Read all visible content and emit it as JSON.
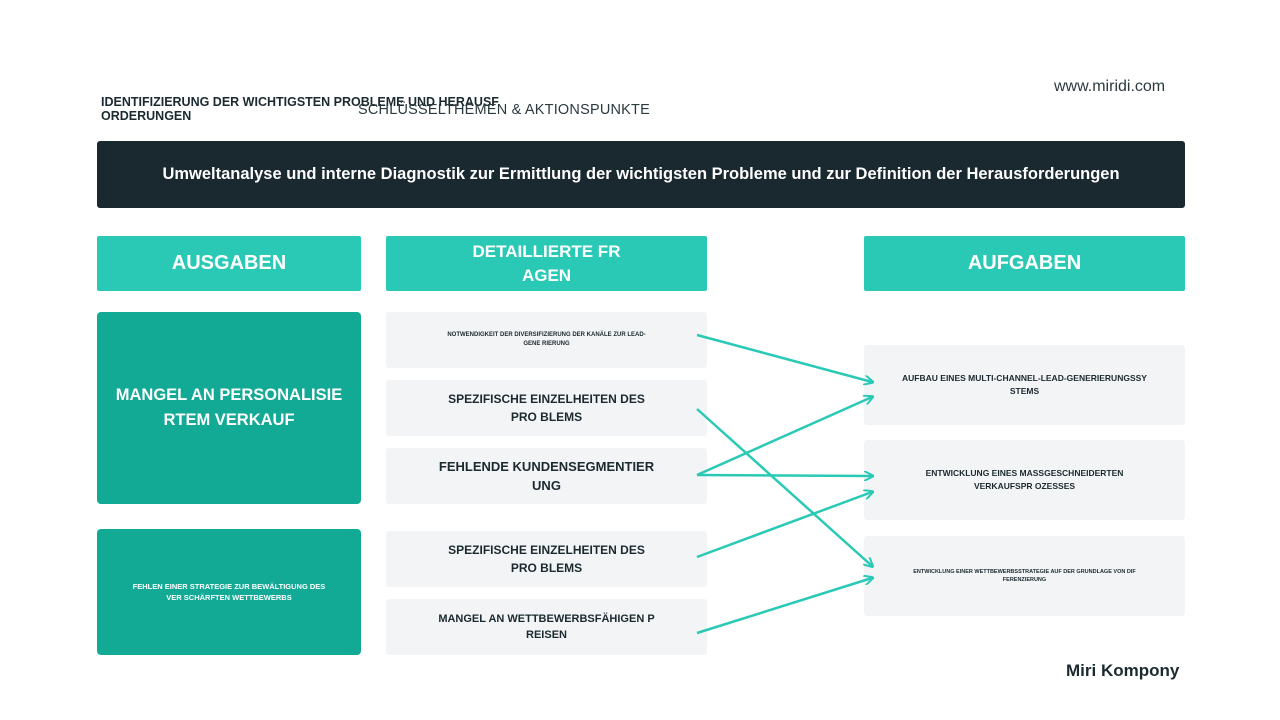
{
  "header": {
    "title": "IDENTIFIZIERUNG DER WICHTIGSTEN PROBLEME UND HERAUSF ORDERUNGEN",
    "subtitle": "SCHLÜSSELTHEMEN & AKTIONSPUNKTE",
    "website": "www.miridi.com"
  },
  "banner": {
    "text": "Umweltanalyse und interne Diagnostik zur Ermittlung der wichtigsten Probleme und zur Definition der Herausforderungen"
  },
  "columns": {
    "left_heading": "AUSGABEN",
    "middle_heading": "DETAILLIERTE FR AGEN",
    "right_heading": "AUFGABEN"
  },
  "issues": [
    "MANGEL AN PERSONALISIE RTEM VERKAUF",
    "FEHLEN EINER STRATEGIE ZUR BEWÄLTIGUNG DES VER SCHÄRFTEN WETTBEWERBS"
  ],
  "questions": [
    "NOTWENDIGKEIT DER DIVERSIFIZIERUNG DER KANÄLE ZUR LEAD-GENE RIERUNG",
    "SPEZIFISCHE EINZELHEITEN DES PRO BLEMS",
    "FEHLENDE KUNDENSEGMENTIER UNG",
    "SPEZIFISCHE EINZELHEITEN DES PRO BLEMS",
    "MANGEL AN WETTBEWERBSFähIGEN P REISEN"
  ],
  "tasks": [
    "AUFBAU EINES MULTI-CHANNEL-LEAD-GENERIERUNGSSY STEMS",
    "ENTWICKLUNG EINES MASSGESCHNEIDERTEN VERKAUFSPR OZESSES",
    "ENTWICKLUNG EINER WETTBEWERBSSTRATEGIE AUF DER GRUNDLAGE VON DIF FERENZIERUNG"
  ],
  "links": [
    {
      "from": 0,
      "to": 0
    },
    {
      "from": 1,
      "to": 2
    },
    {
      "from": 2,
      "to": 0
    },
    {
      "from": 2,
      "to": 1
    },
    {
      "from": 3,
      "to": 1
    },
    {
      "from": 4,
      "to": 2
    }
  ],
  "colors": {
    "banner": "#19292f",
    "heading": "#2ac9b6",
    "issue": "#12a995",
    "card": "#f3f4f5",
    "arrow": "#2ac9b6"
  },
  "footer": {
    "company": "Miri Kompony"
  }
}
